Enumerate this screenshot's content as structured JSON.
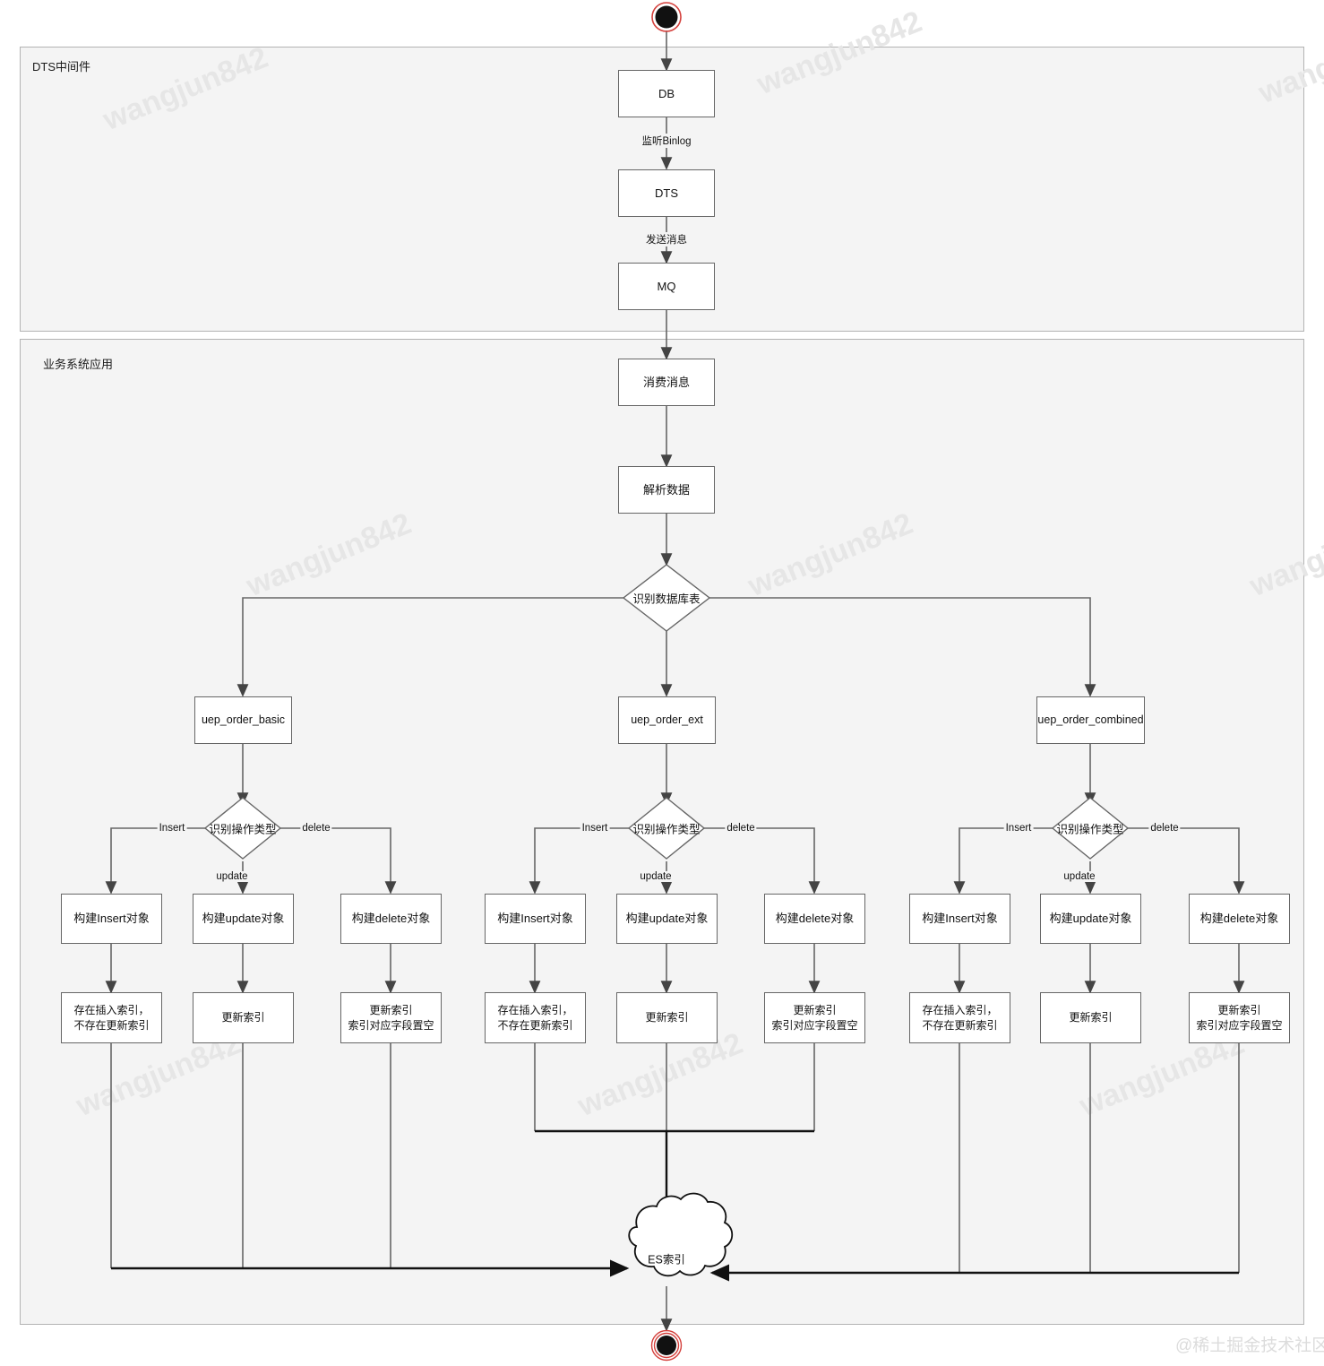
{
  "diagram": {
    "type": "flowchart",
    "watermark_text": "wangjun842",
    "brand_watermark": "@稀土掘金技术社区",
    "lanes": [
      {
        "id": "lane-dts",
        "label": "DTS中间件"
      },
      {
        "id": "lane-biz",
        "label": "业务系统应用"
      }
    ],
    "start_node": {
      "name": "start",
      "label": ""
    },
    "end_node": {
      "name": "end",
      "label": ""
    },
    "nodes": {
      "db": "DB",
      "dts": "DTS",
      "mq": "MQ",
      "consume": "消费消息",
      "parse": "解析数据",
      "decide_table": "识别数据库表",
      "table_basic": "uep_order_basic",
      "table_ext": "uep_order_ext",
      "table_combined": "uep_order_combined",
      "decide_op": "识别操作类型",
      "build_insert": "构建Insert对象",
      "build_update": "构建update对象",
      "build_delete": "构建delete对象",
      "action_insert": "存在插入索引，\n不存在更新索引",
      "action_update": "更新索引",
      "action_delete": "更新索引\n索引对应字段置空",
      "es_index": "ES索引"
    },
    "edge_labels": {
      "binlog": "监听Binlog",
      "send_msg": "发送消息",
      "insert": "Insert",
      "update": "update",
      "delete": "delete"
    },
    "branches": [
      {
        "key": "basic",
        "table": "uep_order_basic",
        "ops": [
          {
            "label": "Insert",
            "build": "构建Insert对象",
            "action": "存在插入索引，\n不存在更新索引"
          },
          {
            "label": "update",
            "build": "构建update对象",
            "action": "更新索引"
          },
          {
            "label": "delete",
            "build": "构建delete对象",
            "action": "更新索引\n索引对应字段置空"
          }
        ]
      },
      {
        "key": "ext",
        "table": "uep_order_ext",
        "ops": [
          {
            "label": "Insert",
            "build": "构建Insert对象",
            "action": "存在插入索引，\n不存在更新索引"
          },
          {
            "label": "update",
            "build": "构建update对象",
            "action": "更新索引"
          },
          {
            "label": "delete",
            "build": "构建delete对象",
            "action": "更新索引\n索引对应字段置空"
          }
        ]
      },
      {
        "key": "combined",
        "table": "uep_order_combined",
        "ops": [
          {
            "label": "Insert",
            "build": "构建Insert对象",
            "action": "存在插入索引，\n不存在更新索引"
          },
          {
            "label": "update",
            "build": "构建update对象",
            "action": "更新索引"
          },
          {
            "label": "delete",
            "build": "构建delete对象",
            "action": "更新索引\n索引对应字段置空"
          }
        ]
      }
    ],
    "colors": {
      "lane_fill": "#f4f4f4",
      "lane_border": "#b3b3b3",
      "node_fill": "#ffffff",
      "node_border": "#666666",
      "edge_stroke": "#666666",
      "edge_strong": "#111111",
      "terminator_fill": "#111111",
      "terminator_ring": "#d4403c",
      "text": "#111111"
    }
  }
}
